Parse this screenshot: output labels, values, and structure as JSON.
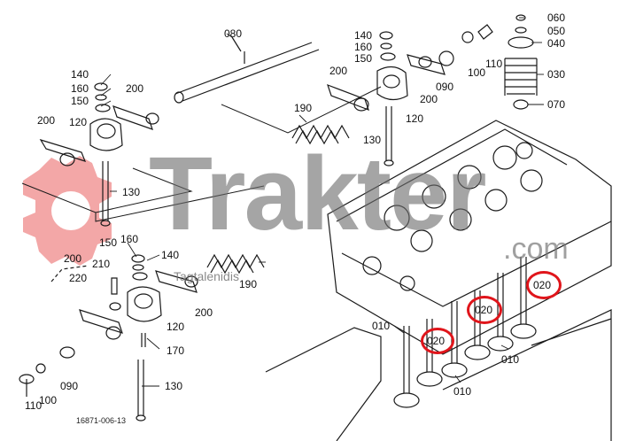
{
  "watermark": {
    "brand": "Trakter",
    "domain": ".com",
    "tagline": "Tagtalenidis"
  },
  "drawing_code": "16871-006-13",
  "parts": {
    "p080": "080",
    "p060": "060",
    "p050": "050",
    "p040": "040",
    "p030": "030",
    "p070": "070",
    "p140a": "140",
    "p160a": "160",
    "p150a": "150",
    "p100a": "100",
    "p110a": "110",
    "p200a": "200",
    "p090a": "090",
    "p200b": "200",
    "p120a": "120",
    "p190a": "190",
    "p130a": "130",
    "p140b": "140",
    "p160b": "160",
    "p150b": "150",
    "p200c": "200",
    "p200d": "200",
    "p120b": "120",
    "p130b": "130",
    "p150c": "150",
    "p160c": "160",
    "p140c": "140",
    "p200e": "200",
    "p210": "210",
    "p220": "220",
    "p190b": "190",
    "p200f": "200",
    "p120c": "120",
    "p170": "170",
    "p130c": "130",
    "p090b": "090",
    "p110b": "110",
    "p100b": "100",
    "p010a": "010",
    "p010b": "010",
    "p010c": "010"
  },
  "highlights": {
    "h1": "020",
    "h2": "020",
    "h3": "020"
  },
  "colors": {
    "line": "#1a1a1a",
    "highlight": "#e0151b",
    "watermark_red": "#f0a0a0",
    "watermark_gray": "#7a7a7a"
  }
}
